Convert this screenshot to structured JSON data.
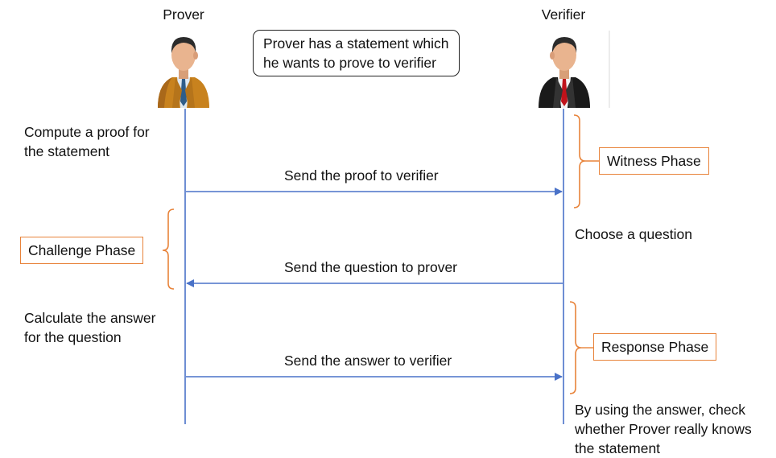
{
  "actors": {
    "prover": {
      "label": "Prover"
    },
    "verifier": {
      "label": "Verifier"
    }
  },
  "intro_note": {
    "line1": "Prover has a statement which",
    "line2": "he wants to prove to verifier"
  },
  "steps": {
    "compute_proof": {
      "line1": "Compute a proof for",
      "line2": "the statement"
    },
    "choose_question": {
      "line1": "Choose a question"
    },
    "calculate_answer": {
      "line1": "Calculate the answer",
      "line2": "for the question"
    },
    "check_answer": {
      "line1": "By using the answer, check",
      "line2": "whether Prover really knows",
      "line3": "the statement"
    }
  },
  "messages": {
    "send_proof": "Send the proof to verifier",
    "send_question": "Send the question to prover",
    "send_answer": "Send the answer to verifier"
  },
  "phases": {
    "witness": "Witness Phase",
    "challenge": "Challenge Phase",
    "response": "Response Phase"
  },
  "colors": {
    "lifeline": "#4a72c8",
    "arrow": "#4a72c8",
    "bracket": "#e8833a",
    "phase_border": "#e8833a",
    "prover_jacket": "#c8821e",
    "verifier_jacket": "#1a1a1a",
    "verifier_tie": "#c0121a",
    "skin": "#e9b48f",
    "hair": "#2b2b2b"
  },
  "icons": {
    "prover": "businessman-orange-jacket-icon",
    "verifier": "businessman-black-suit-icon"
  }
}
